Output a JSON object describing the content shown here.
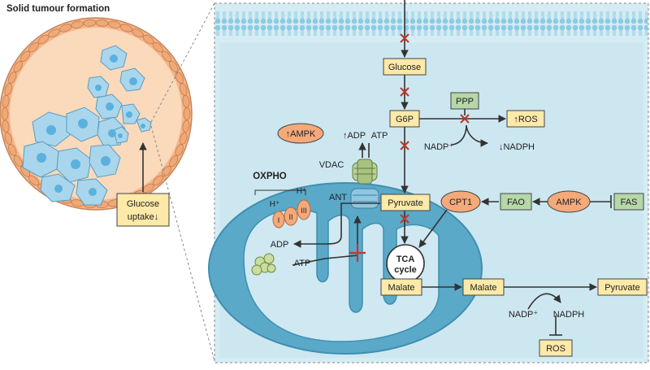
{
  "left_panel": {
    "title": "Solid tumour formation",
    "glucose_uptake_line1": "Glucose",
    "glucose_uptake_line2": "uptake↓"
  },
  "cell": {
    "glucose": "Glucose",
    "g6p": "G6P",
    "ppp": "PPP",
    "ros_up": "↑ROS",
    "nadp_plus_ppp": "NADP⁺",
    "nadph_down": "↓NADPH",
    "ampk_up": "↑AMPK",
    "adp_up": "↑ADP",
    "atp_top": "ATP",
    "vdac": "VDAC",
    "ant": "ANT",
    "oxpho": "OXPHO",
    "h_plus_1": "H⁺",
    "h_plus_2": "H⁺",
    "complex_1": "I",
    "complex_2": "II",
    "complex_3": "III",
    "adp_mito": "ADP",
    "atp_mito": "ATP",
    "pyruvate_mito": "Pyruvate",
    "cpt1": "CPT1",
    "fao": "FAO",
    "ampk": "AMPK",
    "fas": "FAS",
    "tca_line1": "TCA",
    "tca_line2": "cycle",
    "malate_mito": "Malate",
    "malate_cyto": "Malate",
    "pyruvate_cyto": "Pyruvate",
    "nadp_plus_me": "NADP⁺",
    "nadph_me": "NADPH",
    "ros_bottom": "ROS"
  },
  "colors": {
    "cell_bg": "#d5ecf4",
    "membrane": "#7fc4dd",
    "mito_fill": "#62b0cf",
    "mito_matrix": "#cfe8f2",
    "yellow_box": "#fde9a8",
    "green_box": "#b6d7a8",
    "orange_oval": "#f4a97a",
    "tumour_fill": "#f9d2b0",
    "tumour_cell": "#a9d6ec",
    "inhibit_x": "#c0392b"
  }
}
